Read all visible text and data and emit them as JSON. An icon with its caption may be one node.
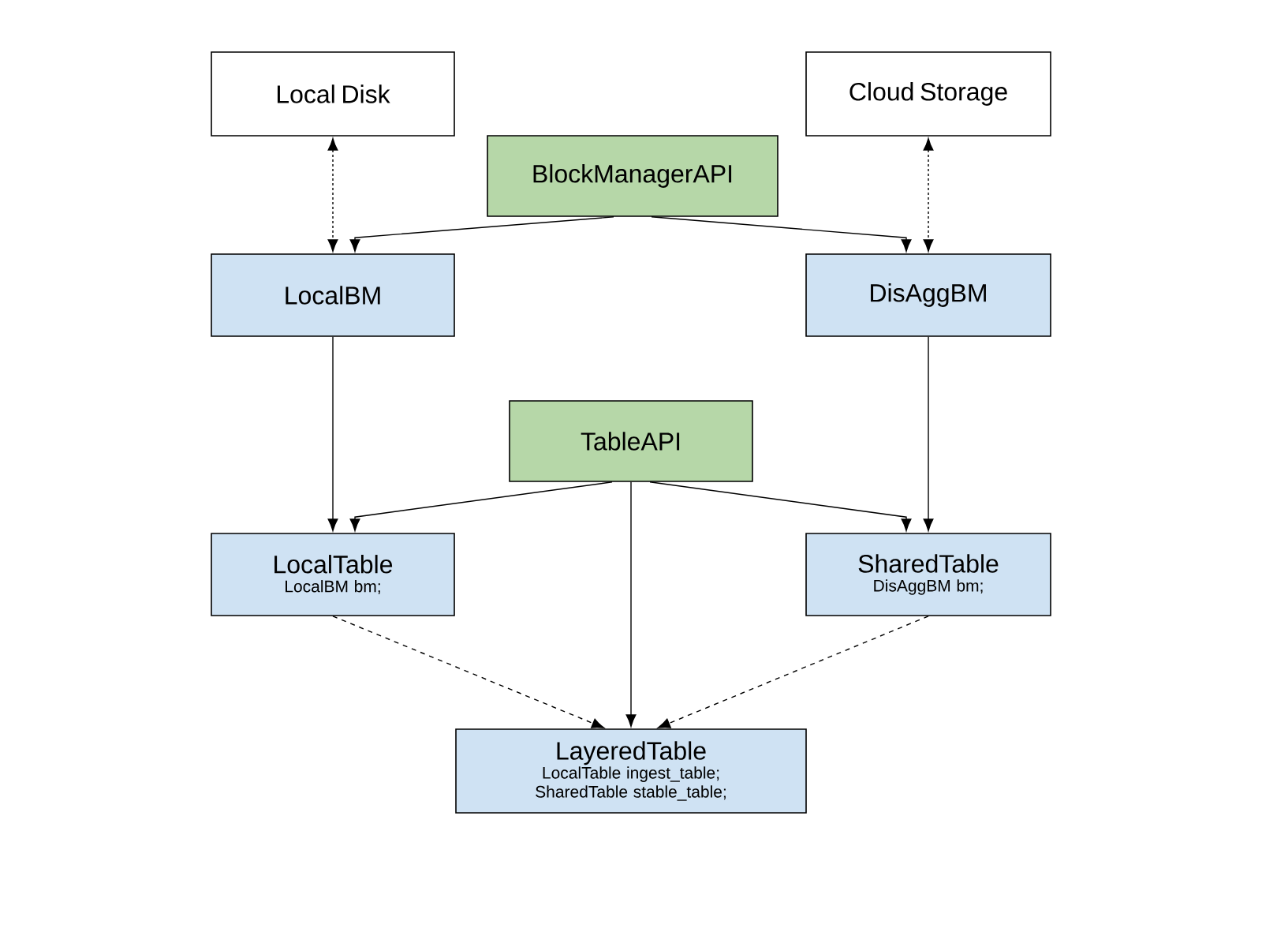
{
  "diagram": {
    "nodes": [
      {
        "text": [
          "Local Disk"
        ]
      },
      {
        "text": [
          "Cloud Storage"
        ]
      },
      {
        "text": [
          "BlockManagerAPI"
        ]
      },
      {
        "text": [
          "LocalBM"
        ]
      },
      {
        "text": [
          "DisAggBM"
        ]
      },
      {
        "text": [
          "TableAPI"
        ]
      },
      {
        "text": [
          "LocalTable",
          "LocalBM bm;"
        ]
      },
      {
        "text": [
          "SharedTable",
          "DisAggBM bm;"
        ]
      },
      {
        "text": [
          "LayeredTable",
          "LocalTable ingest_table; SharedTable stable_table;"
        ]
      }
    ],
    "edges": [
      {
        "from": 0,
        "to": 3,
        "arrow": "both",
        "style": "dashed"
      },
      {
        "from": 1,
        "to": 4,
        "arrow": "both",
        "style": "dashed"
      },
      {
        "from": 2,
        "to": 3,
        "arrow": "to"
      },
      {
        "from": 2,
        "to": 4,
        "arrow": "to"
      },
      {
        "from": 3,
        "to": 6,
        "arrow": "to"
      },
      {
        "from": 4,
        "to": 7,
        "arrow": "to"
      },
      {
        "from": 5,
        "to": 6,
        "arrow": "to"
      },
      {
        "from": 5,
        "to": 7,
        "arrow": "to"
      },
      {
        "from": 5,
        "to": 8,
        "arrow": "to"
      },
      {
        "from": 6,
        "to": 8,
        "arrow": "to",
        "style": "dashed"
      },
      {
        "from": 7,
        "to": 8,
        "arrow": "to",
        "style": "dashed"
      }
    ]
  }
}
